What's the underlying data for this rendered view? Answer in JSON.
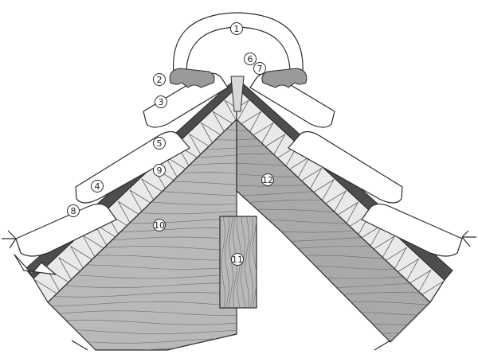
{
  "callouts": [
    "1",
    "2",
    "3",
    "4",
    "5",
    "6",
    "7",
    "8",
    "9",
    "10",
    "11",
    "12"
  ],
  "colors": {
    "wood": "#b9b9b9",
    "wood_dark": "#a9a9a9",
    "insulation": "#e9e9e9",
    "membrane": "#4d4d4d",
    "tile": "#ffffff",
    "ink": "#2b2b2b",
    "batten": "#3e3e3e"
  }
}
